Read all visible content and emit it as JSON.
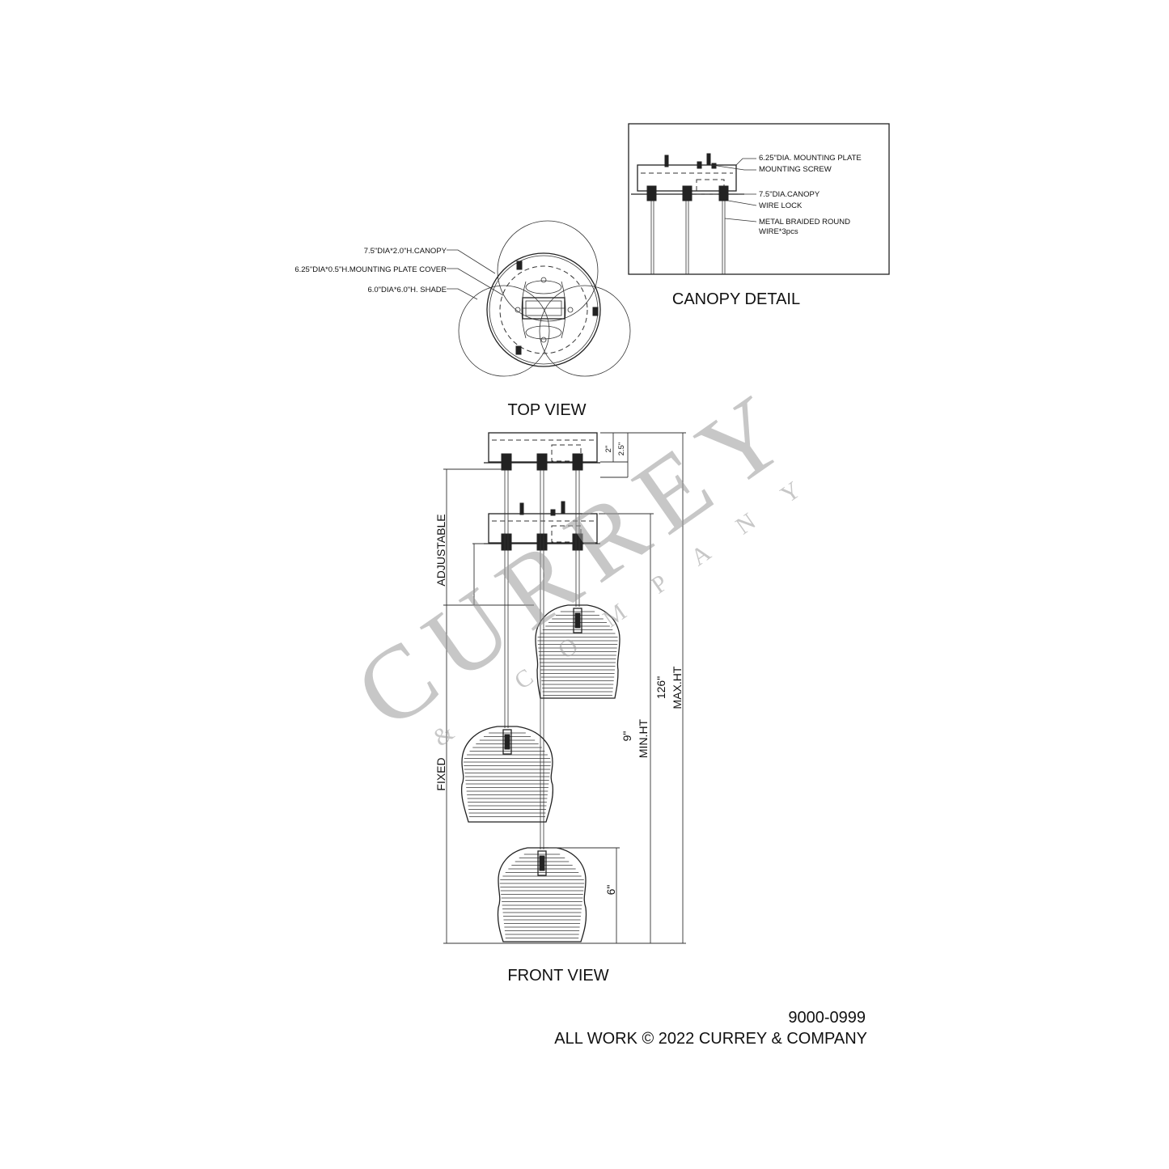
{
  "canopy_detail": {
    "title": "CANOPY DETAIL",
    "labels": [
      "6.25\"DIA. MOUNTING PLATE",
      "MOUNTING SCREW",
      "7.5\"DIA.CANOPY",
      "WIRE LOCK",
      "METAL BRAIDED ROUND",
      " WIRE*3pcs"
    ]
  },
  "top_view": {
    "title": "TOP VIEW",
    "labels": [
      "7.5\"DIA*2.0\"H.CANOPY",
      "6.25\"DIA*0.5\"H.MOUNTING PLATE COVER",
      "6.0\"DIA*6.0\"H. SHADE"
    ]
  },
  "front_view": {
    "title": "FRONT VIEW",
    "dims": {
      "canopy_h": "2\"",
      "canopy_total": "2.5\"",
      "adjustable": "ADJUSTABLE",
      "fixed": "FIXED",
      "min_value": "9\"",
      "min_label": "MIN.HT",
      "max_value": "126\"",
      "max_label": "MAX.HT",
      "shade_h": "6\""
    }
  },
  "watermark": {
    "word": "CURREY",
    "sub": "& COMPANY"
  },
  "footer": {
    "code": "9000-0999",
    "copyright": "ALL WORK © 2022 CURREY & COMPANY"
  }
}
